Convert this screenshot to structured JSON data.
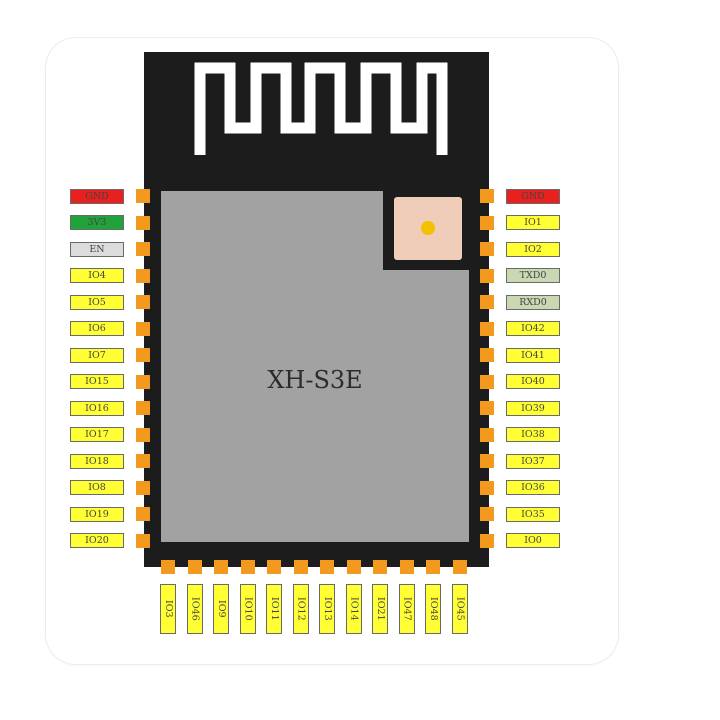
{
  "module": {
    "title": "XH-S3E"
  },
  "colors": {
    "gnd": "#e8201e",
    "power": "#21a33c",
    "enable": "#dcdcdc",
    "gpio": "#ffff33",
    "uart": "#c9d7b3",
    "pad": "#f39a1e",
    "shield": "#a2a2a2",
    "pcb": "#1c1c1c",
    "ipex": "#efcdb8"
  },
  "pins": {
    "left": [
      {
        "label": "GND",
        "kind": "gnd"
      },
      {
        "label": "3V3",
        "kind": "power"
      },
      {
        "label": "EN",
        "kind": "enable"
      },
      {
        "label": "IO4",
        "kind": "gpio"
      },
      {
        "label": "IO5",
        "kind": "gpio"
      },
      {
        "label": "IO6",
        "kind": "gpio"
      },
      {
        "label": "IO7",
        "kind": "gpio"
      },
      {
        "label": "IO15",
        "kind": "gpio"
      },
      {
        "label": "IO16",
        "kind": "gpio"
      },
      {
        "label": "IO17",
        "kind": "gpio"
      },
      {
        "label": "IO18",
        "kind": "gpio"
      },
      {
        "label": "IO8",
        "kind": "gpio"
      },
      {
        "label": "IO19",
        "kind": "gpio"
      },
      {
        "label": "IO20",
        "kind": "gpio"
      }
    ],
    "right": [
      {
        "label": "GND",
        "kind": "gnd"
      },
      {
        "label": "IO1",
        "kind": "gpio"
      },
      {
        "label": "IO2",
        "kind": "gpio"
      },
      {
        "label": "TXD0",
        "kind": "uart"
      },
      {
        "label": "RXD0",
        "kind": "uart"
      },
      {
        "label": "IO42",
        "kind": "gpio"
      },
      {
        "label": "IO41",
        "kind": "gpio"
      },
      {
        "label": "IO40",
        "kind": "gpio"
      },
      {
        "label": "IO39",
        "kind": "gpio"
      },
      {
        "label": "IO38",
        "kind": "gpio"
      },
      {
        "label": "IO37",
        "kind": "gpio"
      },
      {
        "label": "IO36",
        "kind": "gpio"
      },
      {
        "label": "IO35",
        "kind": "gpio"
      },
      {
        "label": "IO0",
        "kind": "gpio"
      }
    ],
    "bottom": [
      {
        "label": "IO3",
        "kind": "gpio"
      },
      {
        "label": "IO46",
        "kind": "gpio"
      },
      {
        "label": "IO9",
        "kind": "gpio"
      },
      {
        "label": "IO10",
        "kind": "gpio"
      },
      {
        "label": "IO11",
        "kind": "gpio"
      },
      {
        "label": "IO12",
        "kind": "gpio"
      },
      {
        "label": "IO13",
        "kind": "gpio"
      },
      {
        "label": "IO14",
        "kind": "gpio"
      },
      {
        "label": "IO21",
        "kind": "gpio"
      },
      {
        "label": "IO47",
        "kind": "gpio"
      },
      {
        "label": "IO48",
        "kind": "gpio"
      },
      {
        "label": "IO45",
        "kind": "gpio"
      }
    ]
  }
}
